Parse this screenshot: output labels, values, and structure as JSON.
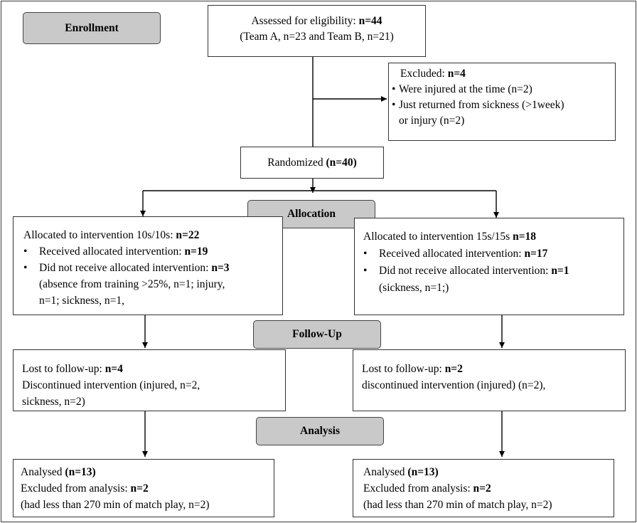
{
  "stages": {
    "enrollment": "Enrollment",
    "allocation": "Allocation",
    "followup": "Follow-Up",
    "analysis": "Analysis"
  },
  "assessed": {
    "line1_text": "Assessed for eligibility: ",
    "line1_n": "n=44",
    "line2": "(Team A, n=23 and Team B, n=21)"
  },
  "excluded": {
    "title_text": "Excluded: ",
    "title_n": "n=4",
    "bullet1": "Were injured at the time (n=2)",
    "bullet2": "Just returned from sickness (>1week)",
    "bullet2_cont": "or injury (n=2)"
  },
  "randomized": {
    "text": "Randomized ",
    "n": "(n=40)"
  },
  "alloc_left": {
    "title_text": "Allocated to intervention 10s/10s: ",
    "title_n": "n=22",
    "received_text": "Received allocated intervention: ",
    "received_n": "n=19",
    "notreceived_text": "Did not receive allocated intervention: ",
    "notreceived_n": "n=3",
    "detail1": "(absence from training >25%, n=1; injury,",
    "detail2": "n=1; sickness, n=1,"
  },
  "alloc_right": {
    "title_text": "Allocated to intervention 15s/15s ",
    "title_n": "n=18",
    "received_text": "Received allocated intervention: ",
    "received_n": "n=17",
    "notreceived_text": "Did not receive allocated intervention: ",
    "notreceived_n": "n=1",
    "detail1": "(sickness, n=1;)"
  },
  "follow_left": {
    "lost_text": "Lost to follow-up: ",
    "lost_n": "n=4",
    "line2": "Discontinued intervention (injured, n=2,",
    "line3": "sickness, n=2)"
  },
  "follow_right": {
    "lost_text": "Lost to follow-up: ",
    "lost_n": "n=2",
    "line2": "discontinued intervention (injured) (n=2),"
  },
  "analysis_left": {
    "analysed_text": "Analysed ",
    "analysed_n": "(n=13)",
    "excl_text": "Excluded from analysis: ",
    "excl_n": "n=2",
    "line3": "(had less than 270 min of match play, n=2)"
  },
  "analysis_right": {
    "analysed_text": "Analysed ",
    "analysed_n": "(n=13)",
    "excl_text": "Excluded from analysis: ",
    "excl_n": "n=2",
    "line3": "(had less than 270 min of match play, n=2)"
  },
  "bullet_glyph": "•"
}
